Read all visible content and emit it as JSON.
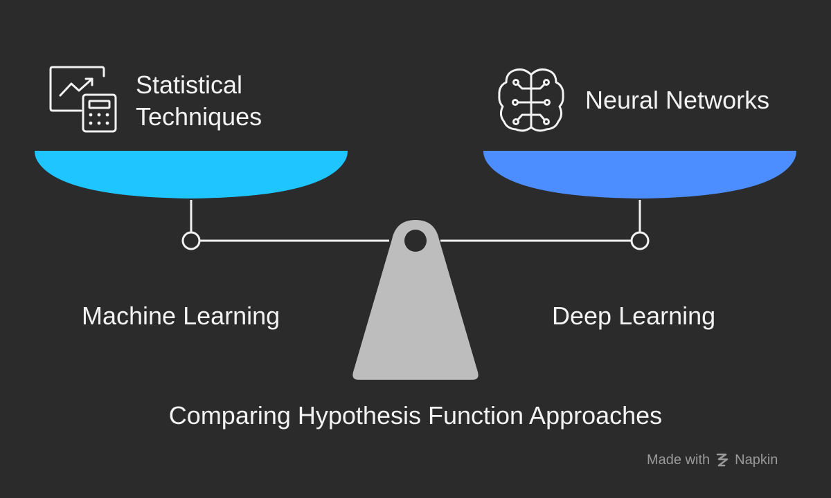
{
  "diagram": {
    "left_pan": {
      "title_line1": "Statistical",
      "title_line2": "Techniques",
      "label": "Machine Learning",
      "icon": "chart-calculator-icon",
      "color": "#1ec5ff"
    },
    "right_pan": {
      "title": "Neural Networks",
      "label": "Deep Learning",
      "icon": "brain-circuit-icon",
      "color": "#4c8dff"
    },
    "caption": "Comparing Hypothesis Function Approaches",
    "fulcrum_color": "#bdbdbd",
    "beam_color": "#f2f2f2"
  },
  "watermark": {
    "prefix": "Made with",
    "brand": "Napkin",
    "icon": "napkin-logo-icon"
  }
}
